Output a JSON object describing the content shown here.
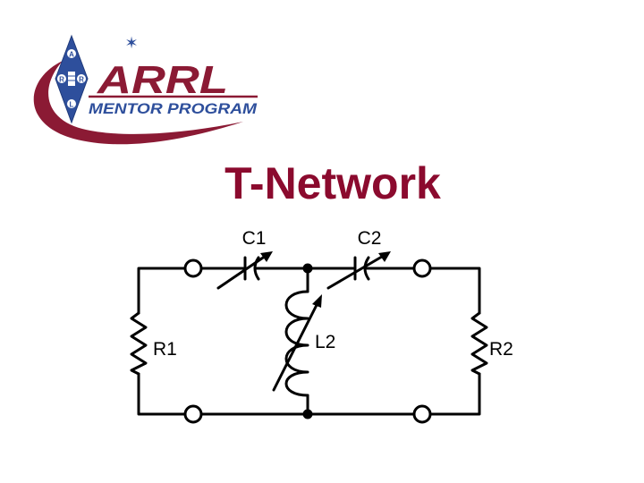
{
  "logo": {
    "name": "ARRL",
    "program": "MENTOR PROGRAM",
    "diamond_letters": [
      "A",
      "R",
      "R",
      "L"
    ],
    "brand_color": "#8B1A34",
    "diamond_color": "#2E4F9C"
  },
  "slide": {
    "title": "T-Network",
    "title_color": "#8B0A2E"
  },
  "diagram": {
    "line_color": "#000000",
    "labels": {
      "c1": "C1",
      "c2": "C2",
      "l2": "L2",
      "r1": "R1",
      "r2": "R2"
    }
  }
}
